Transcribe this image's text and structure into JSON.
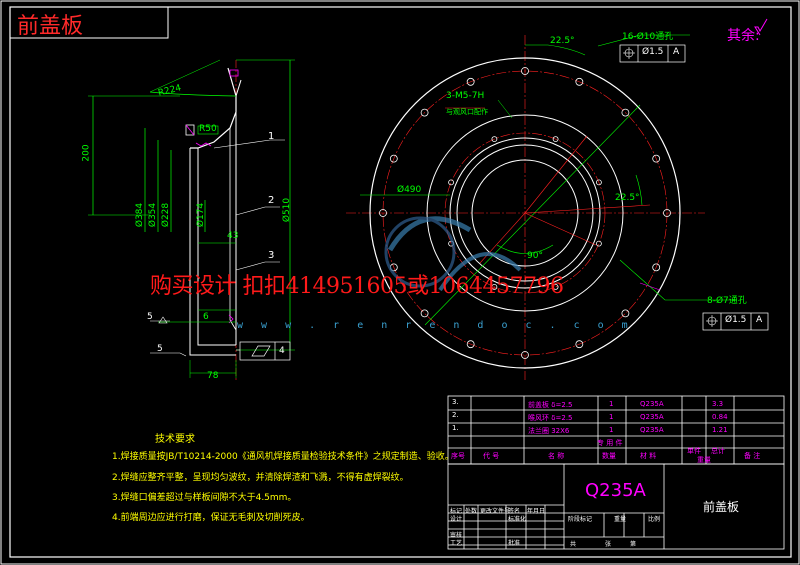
{
  "title": "前盖板",
  "watermark": "购买设计 扣扣414951605或1064457796",
  "watermark_url": "w w w . r e n r e n d o c . c o m",
  "remaining_finish": "其余:",
  "colors": {
    "bg": "#000000",
    "red": "#ff2020",
    "white": "#ffffff",
    "yellow": "#ffff00",
    "green": "#00ff00",
    "cyan": "#00ffff",
    "magenta": "#ff00ff"
  },
  "dims": {
    "r224": "R224",
    "r50": "R50",
    "d200": "200",
    "d384": "Ø384",
    "d354": "Ø354",
    "d228": "Ø228",
    "d174": "Ø174",
    "d510": "Ø510",
    "d43": "43",
    "d5": "5",
    "d6": "6",
    "d78": "78",
    "d490": "Ø490",
    "a225_top": "22.5°",
    "a225_right": "22.5°",
    "a90": "90°",
    "holes16": "16-Ø10通孔",
    "holes8": "8-Ø7通孔",
    "thread": "3-M5-7H",
    "thread_note": "与观风口配作",
    "tol_small": "Ø1.5",
    "datum_a": "A",
    "flat_val": "4",
    "c5": "5",
    "leader1": "1",
    "leader2": "2",
    "leader3": "3",
    "datum_label": "A"
  },
  "tech_title": "技术要求",
  "tech_notes": [
    "1.焊接质量按JB/T10214-2000《通风机焊接质量检验技术条件》之规定制造、验收。",
    "2.焊缝应整齐平整，呈现均匀波纹，并清除焊渣和飞溅，不得有虚焊裂纹。",
    "3.焊缝口偏差超过与样板间隙不大于4.5mm。",
    "4.前端周边应进行打磨，保证无毛刺及切削死皮。"
  ],
  "bom_rows": [
    {
      "no": "3.",
      "name": "前盖板 δ=2.5",
      "qty": "1",
      "mat": "Q235A",
      "w": "3.3"
    },
    {
      "no": "2.",
      "name": "喉风环 δ=2.5",
      "qty": "1",
      "mat": "Q235A",
      "w": "0.84"
    },
    {
      "no": "1.",
      "name": "法兰圈 32X6",
      "qty": "1",
      "mat": "Q235A",
      "w": "1.21"
    }
  ],
  "bom_header": {
    "title": "专 用 件",
    "no": "序号",
    "code": "代 号",
    "name": "名 称",
    "qty": "数量",
    "mat": "材 料",
    "unit": "单件",
    "total": "总计",
    "weight": "重量",
    "remark": "备 注"
  },
  "material": "Q235A",
  "part_name": "前盖板",
  "titleblock": {
    "mark": "标记",
    "count": "处数",
    "zone": "分区",
    "doc": "更改文件号",
    "sign": "签名",
    "date": "年月日",
    "design": "设计",
    "standard": "标准化",
    "check": "审核",
    "process": "工艺",
    "approve": "批准",
    "stage": "阶段标记",
    "weight": "重量",
    "scale": "比例",
    "sheet1": "共",
    "sheet2": "张",
    "sheet3": "第"
  }
}
